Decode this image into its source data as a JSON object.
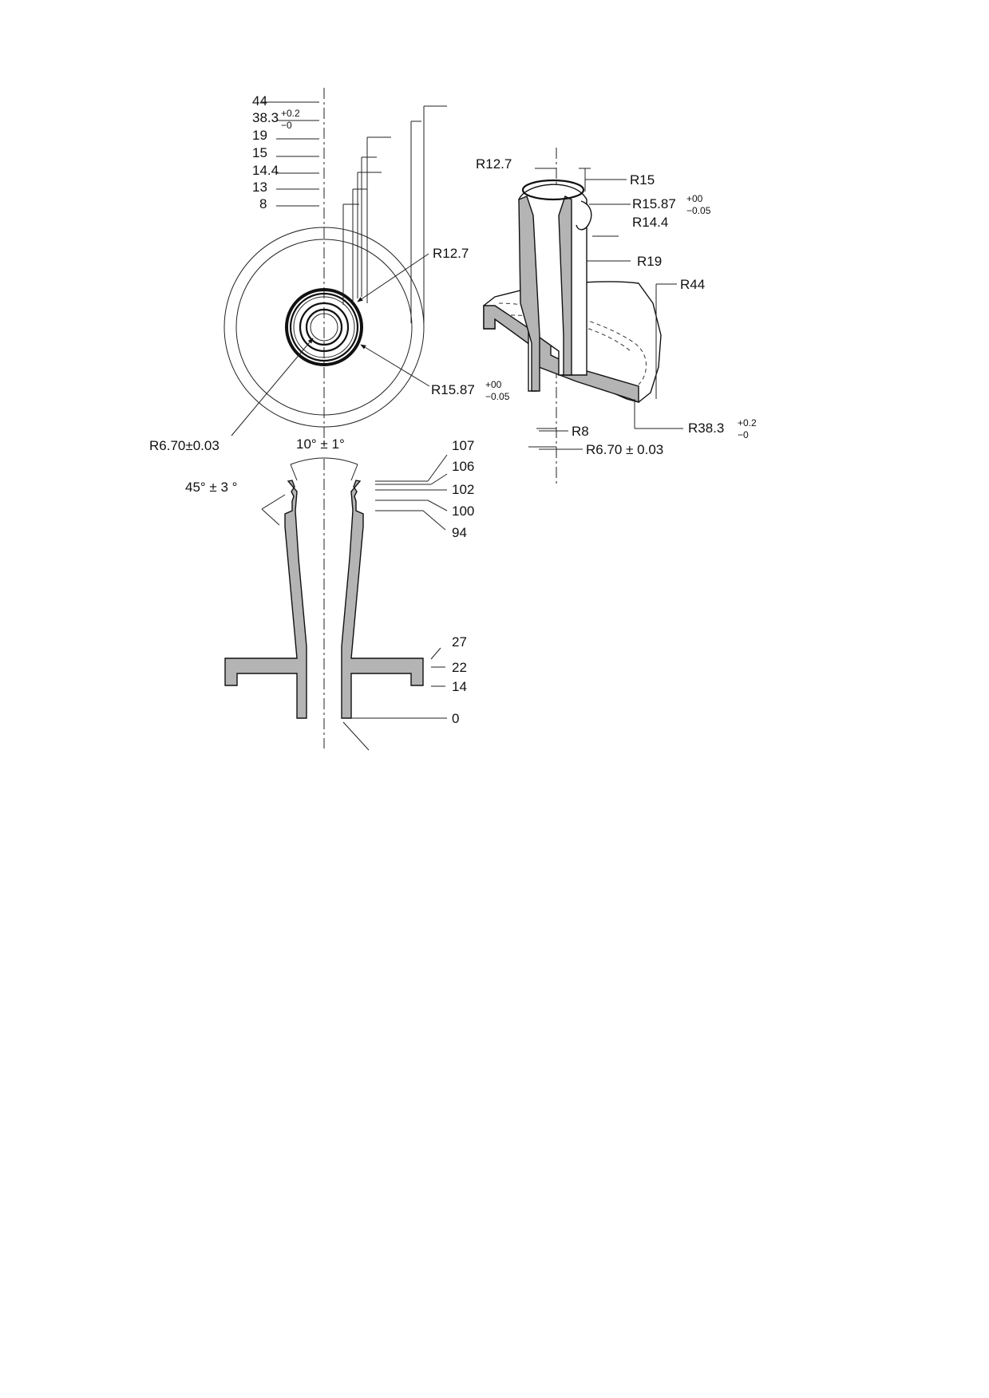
{
  "top_view": {
    "dimensions": [
      "44",
      "38.3",
      "19",
      "15",
      "14.4",
      "13",
      "8"
    ],
    "tolerance_38_3": {
      "plus": "+0.2",
      "minus": "−0"
    },
    "r12_7": "R12.7",
    "r15_87": "R15.87",
    "r15_87_tol": {
      "plus": "+00",
      "minus": "−0.05"
    },
    "r6_70": "R6.70±0.03"
  },
  "section_view": {
    "angle_top": "10° ± 1°",
    "angle_side": "45° ± 3 °",
    "heights": [
      "107",
      "106",
      "102",
      "100",
      "94",
      "27",
      "22",
      "14",
      "0"
    ]
  },
  "iso_view": {
    "r12_7": "R12.7",
    "r15": "R15",
    "r15_87": "R15.87",
    "r15_87_tol": {
      "plus": "+00",
      "minus": "−0.05"
    },
    "r14_4": "R14.4",
    "r19": "R19",
    "r44": "R44",
    "r38_3": "R38.3",
    "r38_3_tol": {
      "plus": "+0.2",
      "minus": "−0"
    },
    "r8": "R8",
    "r6_70": "R6.70 ± 0.03"
  }
}
